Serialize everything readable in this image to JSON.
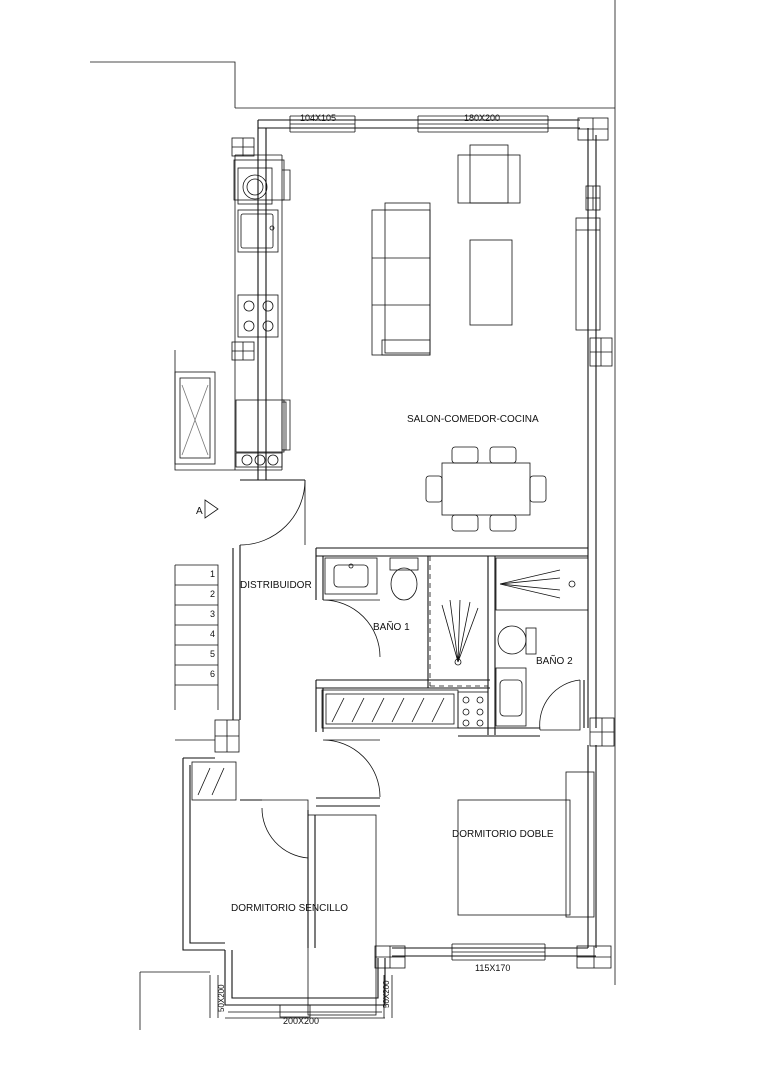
{
  "rooms": {
    "salon": "SALON-COMEDOR-COCINA",
    "distribuidor": "DISTRIBUIDOR",
    "bano1": "BAÑO 1",
    "bano2": "BAÑO 2",
    "dormitorio_doble": "DORMITORIO DOBLE",
    "dormitorio_sencillo": "DORMITORIO SENCILLO"
  },
  "windows": {
    "w1": "104X105",
    "w2": "180X200",
    "w3": "115X170",
    "w4": "200X200",
    "w5": "50X200",
    "w6": "50X200"
  },
  "section_marker": "A",
  "stairs": [
    "1",
    "2",
    "3",
    "4",
    "5",
    "6"
  ]
}
